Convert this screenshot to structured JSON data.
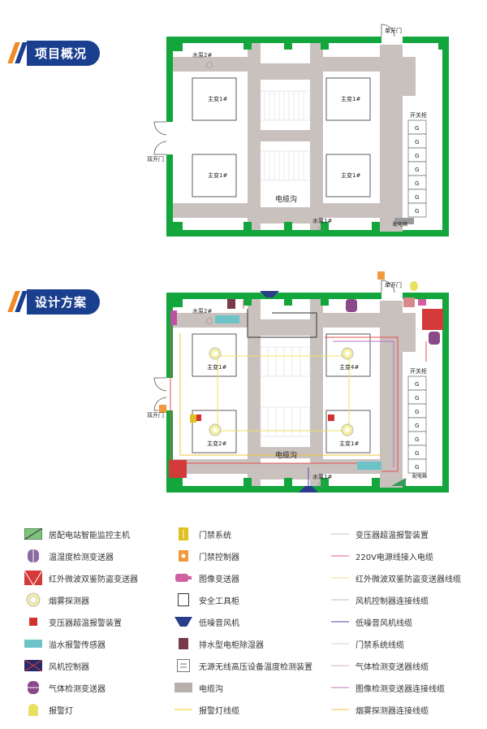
{
  "section1": {
    "title": "项目概况"
  },
  "section2": {
    "title": "设计方案"
  },
  "plan": {
    "door_single": "单开门",
    "door_double": "双开门",
    "pump2": "水泵2#",
    "pump1": "水泵1#",
    "transformer_tl": "主变1#",
    "transformer_tr": "主变1#",
    "transformer_bl": "主变1#",
    "transformer_br": "主变1#",
    "cable_trench": "电缆沟",
    "switch_cabinet": "开关柜",
    "cabinet_g": "G",
    "distribution_box": "配电箱"
  },
  "design": {
    "door_single": "单开门",
    "door_double": "双开门",
    "pump2": "水泵2#",
    "pump1": "水泵1#",
    "transformer_tl": "主变1#",
    "transformer_tr": "主变4#",
    "transformer_bl": "主变2#",
    "transformer_br": "主变1#",
    "cable_trench": "电缆沟",
    "switch_cabinet": "开关柜",
    "cabinet_g": "G",
    "distribution_box": "配电箱"
  },
  "legend": {
    "col1": [
      "居配电站智能监控主机",
      "温湿度检测变送器",
      "红外微波双鉴防盗变送器",
      "烟雾探测器",
      "变压器超温报警装置",
      "溢水报警传感器",
      "风机控制器",
      "气体检测变送器",
      "报警灯"
    ],
    "col2": [
      "门禁系统",
      "门禁控制器",
      "图像变送器",
      "安全工具柜",
      "低噪音风机",
      "排水型电柜除湿器",
      "无源无线高压设备温度检测装置",
      "电缆沟",
      "报警灯线缆"
    ],
    "col3": [
      "变压器超温报警装置",
      "220V电源线接入电缆",
      "红外微波双鉴防盗变送器线缆",
      "风机控制器连接线缆",
      "低噪音风机线缆",
      "门禁系统线缆",
      "气体检测变送器线缆",
      "图像检测变送器连接线缆",
      "烟雾探测器连接线缆"
    ]
  },
  "colors": {
    "wall": "#12a63c",
    "floor": "#c9c1be",
    "navy": "#1b3f8f",
    "orange": "#f08a24"
  }
}
